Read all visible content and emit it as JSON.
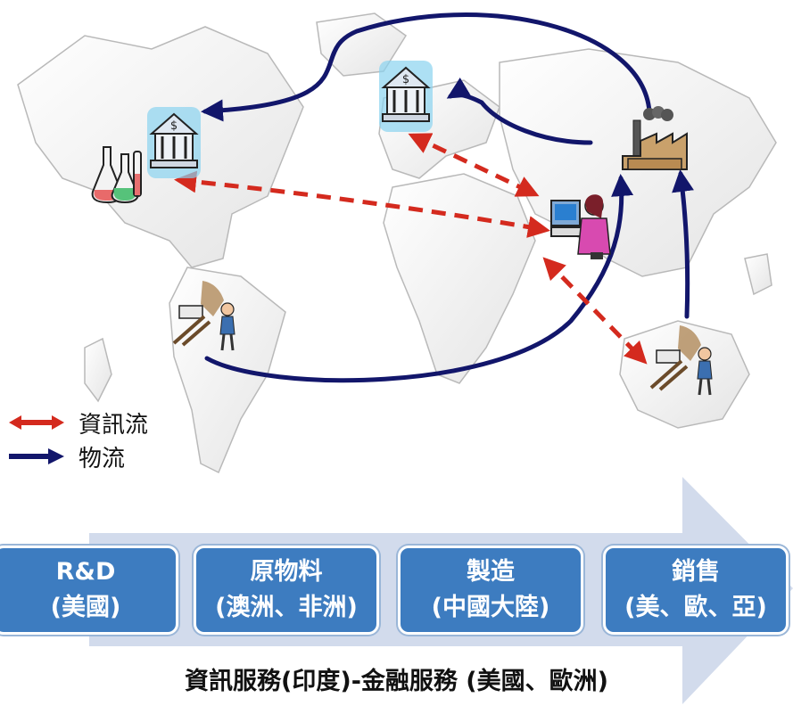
{
  "legend": {
    "info_flow": "資訊流",
    "logistics_flow": "物流"
  },
  "stages": [
    {
      "title": "R&D",
      "region": "(美國)"
    },
    {
      "title": "原物料",
      "region": "(澳洲、非洲)"
    },
    {
      "title": "製造",
      "region": "(中國大陸)"
    },
    {
      "title": "銷售",
      "region": "(美、歐、亞)"
    }
  ],
  "bottom_caption": "資訊服務(印度)-金融服務 (美國、歐洲)",
  "colors": {
    "info_flow": "#d42a1e",
    "logistics_flow": "#12166b",
    "stage_box": "#3d7cc0",
    "arrow_band": "#cdd7ea"
  },
  "icons": [
    "bank-icon",
    "bank-icon",
    "factory-icon",
    "computer-user-icon",
    "lab-flasks-icon",
    "miner-icon",
    "miner-icon"
  ]
}
